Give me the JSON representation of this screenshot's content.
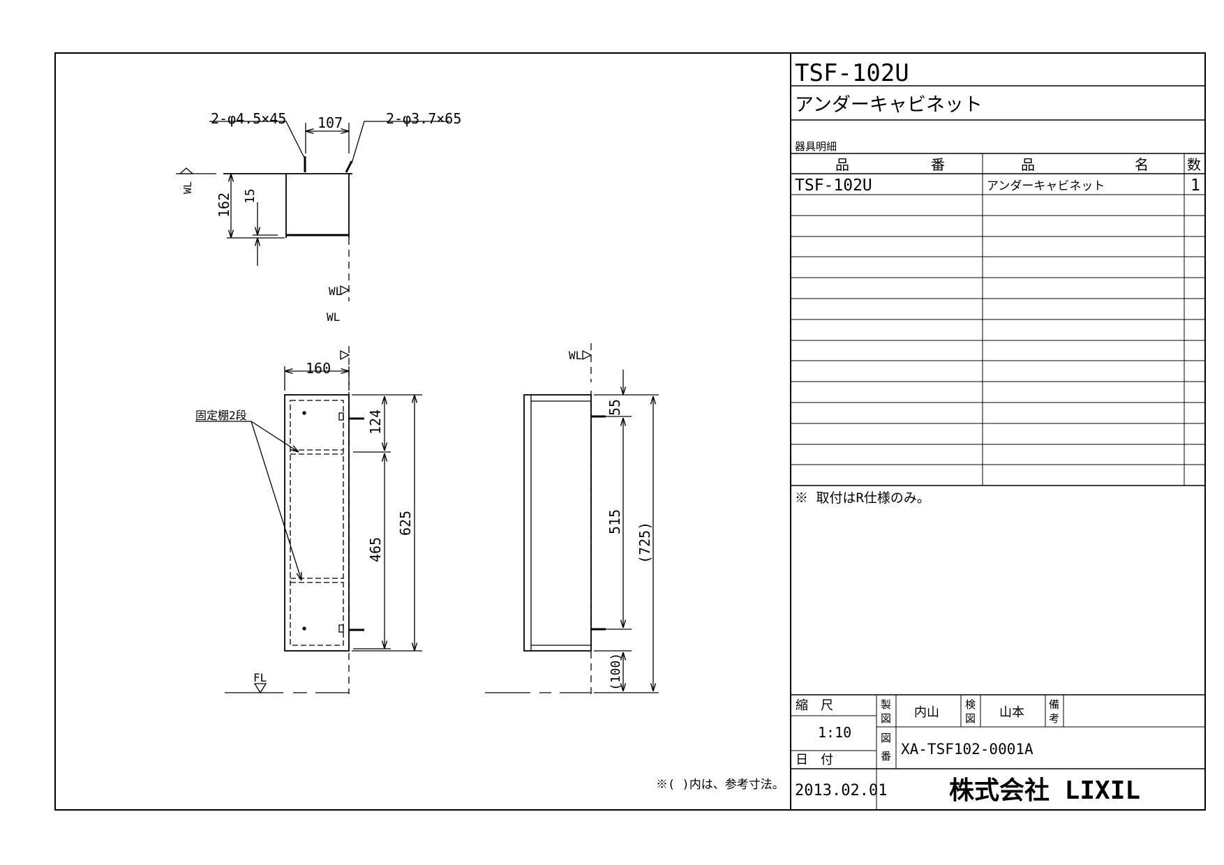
{
  "model": "TSF-102U",
  "product_name": "アンダーキャビネット",
  "parts_list": {
    "caption": "器具明細",
    "headers": {
      "part_no_char1": "品",
      "part_no_char2": "番",
      "name_char1": "品",
      "name_char2": "名",
      "qty": "数"
    },
    "rows": [
      {
        "part_no": "TSF-102U",
        "name": "アンダーキャビネット",
        "qty": "1"
      }
    ]
  },
  "note": "※ 取付はR仕様のみ。",
  "title_block": {
    "scale_label": "縮　尺",
    "scale": "1:10",
    "date_label": "日　付",
    "date": "2013.02.01",
    "drawn_label_1": "製",
    "drawn_label_2": "図",
    "drawn_by": "内山",
    "checked_label_1": "検",
    "checked_label_2": "図",
    "checked_by": "山本",
    "remarks_label_1": "備",
    "remarks_label_2": "考",
    "drawing_no_label_1": "図",
    "drawing_no_label_2": "番",
    "drawing_no": "XA-TSF102-0001A",
    "company": "株式会社 LIXIL"
  },
  "drawing": {
    "top_view": {
      "screw_left": "2-φ4.5×45",
      "screw_right": "2-φ3.7×65",
      "width": "107",
      "height": "162",
      "inner": "15",
      "wl_top": "WL",
      "wl_bottom": "WL"
    },
    "front_view": {
      "wl": "WL",
      "width": "160",
      "shelf_label": "固定棚2段",
      "dim_top": "124",
      "dim_middle": "465",
      "dim_total": "625",
      "fl": "FL"
    },
    "side_view": {
      "wl": "WL",
      "dim_top": "55",
      "dim_middle": "515",
      "dim_total": "(725)",
      "dim_bottom": "(100)"
    },
    "footnote": "※( )内は、参考寸法。"
  },
  "colors": {
    "line": "#000000",
    "background": "#ffffff"
  }
}
